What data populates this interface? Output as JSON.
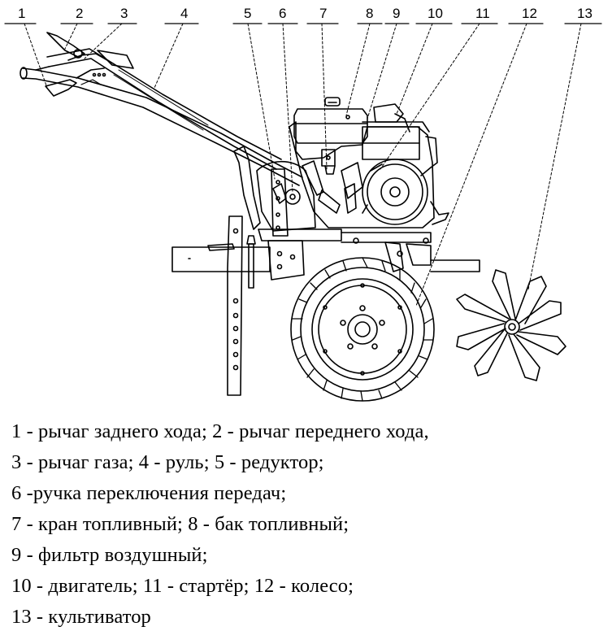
{
  "callouts": [
    "1",
    "2",
    "3",
    "4",
    "5",
    "6",
    "7",
    "8",
    "9",
    "10",
    "11",
    "12",
    "13"
  ],
  "legend": [
    "1 - рычаг заднего хода; 2 - рычаг переднего хода,",
    "3 - рычаг газа; 4 - руль;  5 - редуктор;",
    "6 -ручка переключения передач;",
    "7 - кран топливный; 8 - бак топливный;",
    "9 - фильтр воздушный;",
    "10 - двигатель; 11 - стартёр; 12 - колесо;",
    "13 - культиватор"
  ]
}
